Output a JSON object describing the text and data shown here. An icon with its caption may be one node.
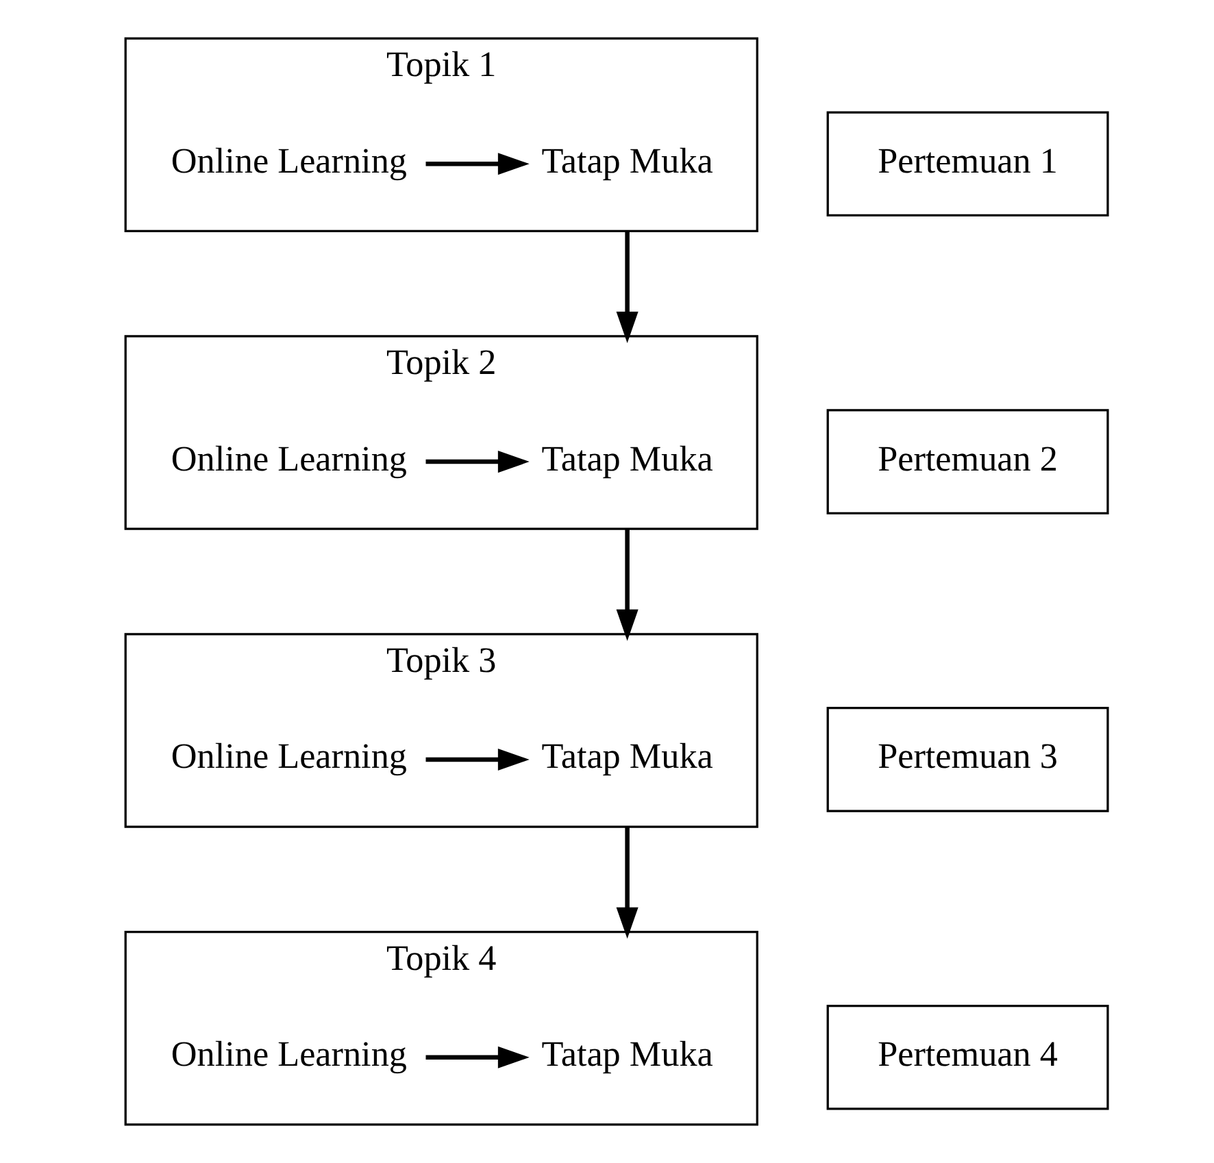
{
  "diagram": {
    "nodes": [
      {
        "text": [
          "Topik 1"
        ]
      },
      {
        "text": [
          "Online Learning"
        ],
        "in": 0
      },
      {
        "text": [
          "Tatap Muka"
        ],
        "in": 0
      },
      {
        "text": [
          "Pertemuan 1"
        ]
      },
      {
        "text": [
          "Topik 2"
        ]
      },
      {
        "text": [
          "Online Learning"
        ],
        "in": 4
      },
      {
        "text": [
          "Tatap Muka"
        ],
        "in": 4
      },
      {
        "text": [
          "Pertemuan 2"
        ]
      },
      {
        "text": [
          "Topik 3"
        ]
      },
      {
        "text": [
          "Online Learning"
        ],
        "in": 8
      },
      {
        "text": [
          "Tatap Muka"
        ],
        "in": 8
      },
      {
        "text": [
          "Pertemuan 3"
        ]
      },
      {
        "text": [
          "Topik 4"
        ]
      },
      {
        "text": [
          "Online Learning"
        ],
        "in": 12
      },
      {
        "text": [
          "Tatap Muka"
        ],
        "in": 12
      },
      {
        "text": [
          "Pertemuan 4"
        ]
      }
    ],
    "edges": [
      {
        "from": 1,
        "to": 2,
        "arrow": "to"
      },
      {
        "from": 0,
        "to": 4,
        "arrow": "to"
      },
      {
        "from": 5,
        "to": 6,
        "arrow": "to"
      },
      {
        "from": 4,
        "to": 8,
        "arrow": "to"
      },
      {
        "from": 9,
        "to": 10,
        "arrow": "to"
      },
      {
        "from": 8,
        "to": 12,
        "arrow": "to"
      },
      {
        "from": 13,
        "to": 14,
        "arrow": "to"
      }
    ]
  }
}
